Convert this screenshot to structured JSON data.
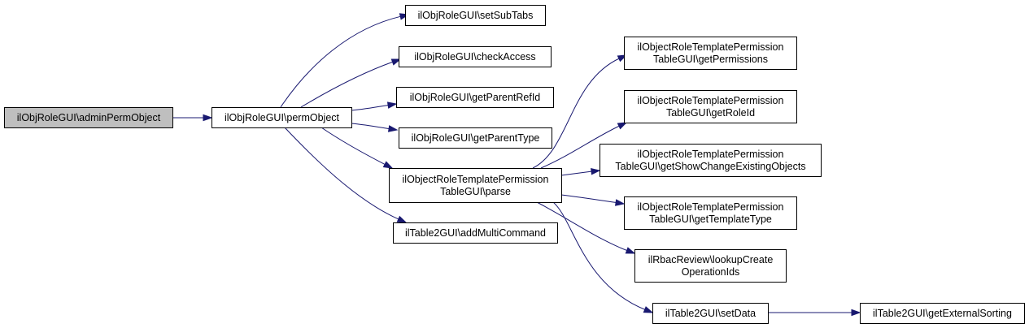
{
  "nodes": {
    "adminPermObject": {
      "lines": [
        "ilObjRoleGUI\\adminPermObject"
      ],
      "current": true
    },
    "permObject": {
      "lines": [
        "ilObjRoleGUI\\permObject"
      ]
    },
    "setSubTabs": {
      "lines": [
        "ilObjRoleGUI\\setSubTabs"
      ]
    },
    "checkAccess": {
      "lines": [
        "ilObjRoleGUI\\checkAccess"
      ]
    },
    "getParentRefId": {
      "lines": [
        "ilObjRoleGUI\\getParentRefId"
      ]
    },
    "getParentType": {
      "lines": [
        "ilObjRoleGUI\\getParentType"
      ]
    },
    "parse": {
      "lines": [
        "ilObjectRoleTemplatePermission",
        "TableGUI\\parse"
      ]
    },
    "addMultiCommand": {
      "lines": [
        "ilTable2GUI\\addMultiCommand"
      ]
    },
    "getPermissions": {
      "lines": [
        "ilObjectRoleTemplatePermission",
        "TableGUI\\getPermissions"
      ]
    },
    "getRoleId": {
      "lines": [
        "ilObjectRoleTemplatePermission",
        "TableGUI\\getRoleId"
      ]
    },
    "getShowChangeExistingObjects": {
      "lines": [
        "ilObjectRoleTemplatePermission",
        "TableGUI\\getShowChangeExistingObjects"
      ]
    },
    "getTemplateType": {
      "lines": [
        "ilObjectRoleTemplatePermission",
        "TableGUI\\getTemplateType"
      ]
    },
    "lookupCreateOperationIds": {
      "lines": [
        "ilRbacReview\\lookupCreate",
        "OperationIds"
      ]
    },
    "setData": {
      "lines": [
        "ilTable2GUI\\setData"
      ]
    },
    "getExternalSorting": {
      "lines": [
        "ilTable2GUI\\getExternalSorting"
      ]
    }
  },
  "edges": [
    {
      "from": "adminPermObject",
      "to": "permObject"
    },
    {
      "from": "permObject",
      "to": "setSubTabs"
    },
    {
      "from": "permObject",
      "to": "checkAccess"
    },
    {
      "from": "permObject",
      "to": "getParentRefId"
    },
    {
      "from": "permObject",
      "to": "getParentType"
    },
    {
      "from": "permObject",
      "to": "parse"
    },
    {
      "from": "permObject",
      "to": "addMultiCommand"
    },
    {
      "from": "parse",
      "to": "getPermissions"
    },
    {
      "from": "parse",
      "to": "getRoleId"
    },
    {
      "from": "parse",
      "to": "getShowChangeExistingObjects"
    },
    {
      "from": "parse",
      "to": "getTemplateType"
    },
    {
      "from": "parse",
      "to": "lookupCreateOperationIds"
    },
    {
      "from": "parse",
      "to": "setData"
    },
    {
      "from": "setData",
      "to": "getExternalSorting"
    }
  ]
}
